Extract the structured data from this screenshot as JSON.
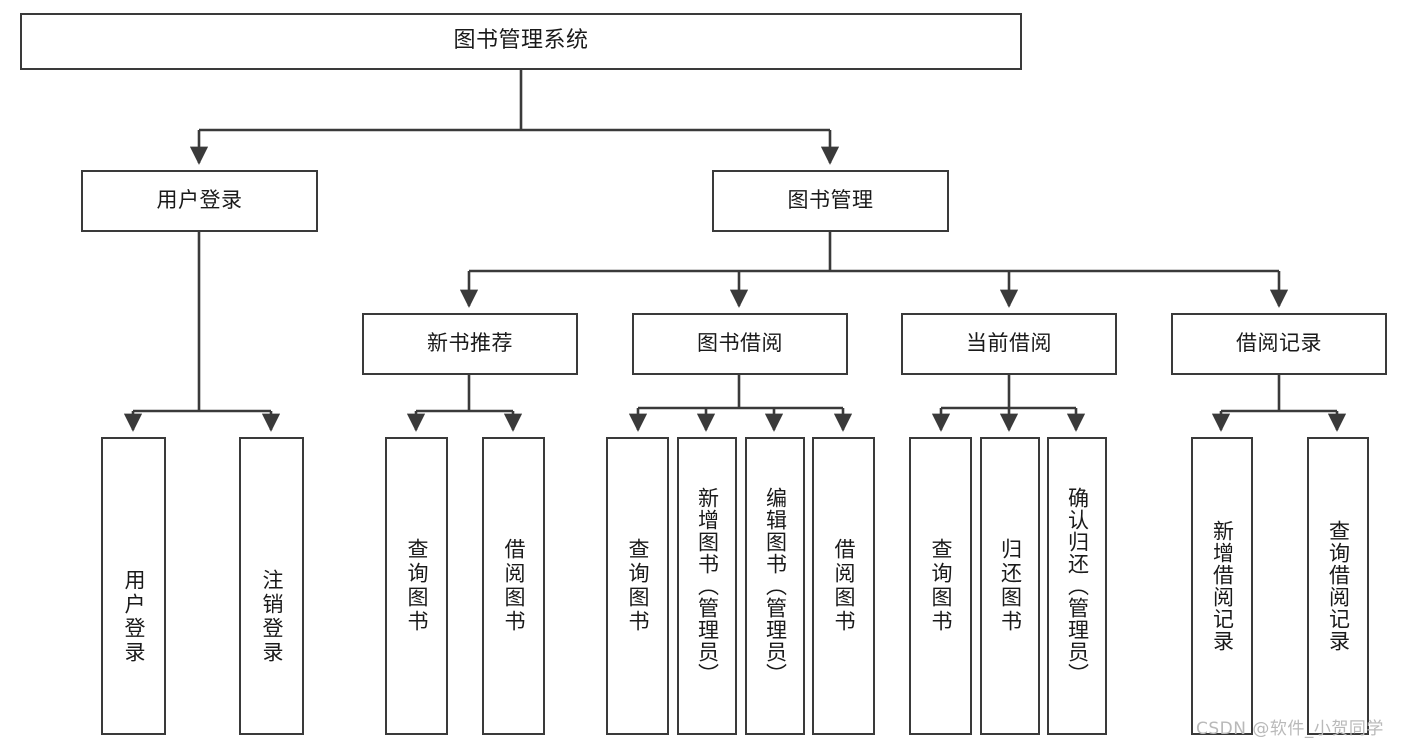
{
  "diagram": {
    "title": "图书管理系统",
    "type": "tree-hierarchy",
    "root": {
      "label": "图书管理系统"
    },
    "level1": [
      {
        "label": "用户登录"
      },
      {
        "label": "图书管理"
      }
    ],
    "level2": [
      {
        "label": "新书推荐"
      },
      {
        "label": "图书借阅"
      },
      {
        "label": "当前借阅"
      },
      {
        "label": "借阅记录"
      }
    ],
    "leaves": {
      "user_login": [
        {
          "label": "用户登录"
        },
        {
          "label": "注销登录"
        }
      ],
      "new_book_recommend": [
        {
          "label": "查询图书"
        },
        {
          "label": "借阅图书"
        }
      ],
      "book_borrow": [
        {
          "label": "查询图书"
        },
        {
          "label": "新增图书（管理员）"
        },
        {
          "label": "编辑图书（管理员）"
        },
        {
          "label": "借阅图书"
        }
      ],
      "current_borrow": [
        {
          "label": "查询图书"
        },
        {
          "label": "归还图书"
        },
        {
          "label": "确认归还（管理员）"
        }
      ],
      "borrow_record": [
        {
          "label": "新增借阅记录"
        },
        {
          "label": "查询借阅记录"
        }
      ]
    }
  },
  "watermark": {
    "text": "CSDN @软件_小贺同学"
  },
  "colors": {
    "stroke": "#3a3a3a",
    "background": "#ffffff",
    "text": "#1a1a1a",
    "watermark": "#b9b9b9"
  }
}
